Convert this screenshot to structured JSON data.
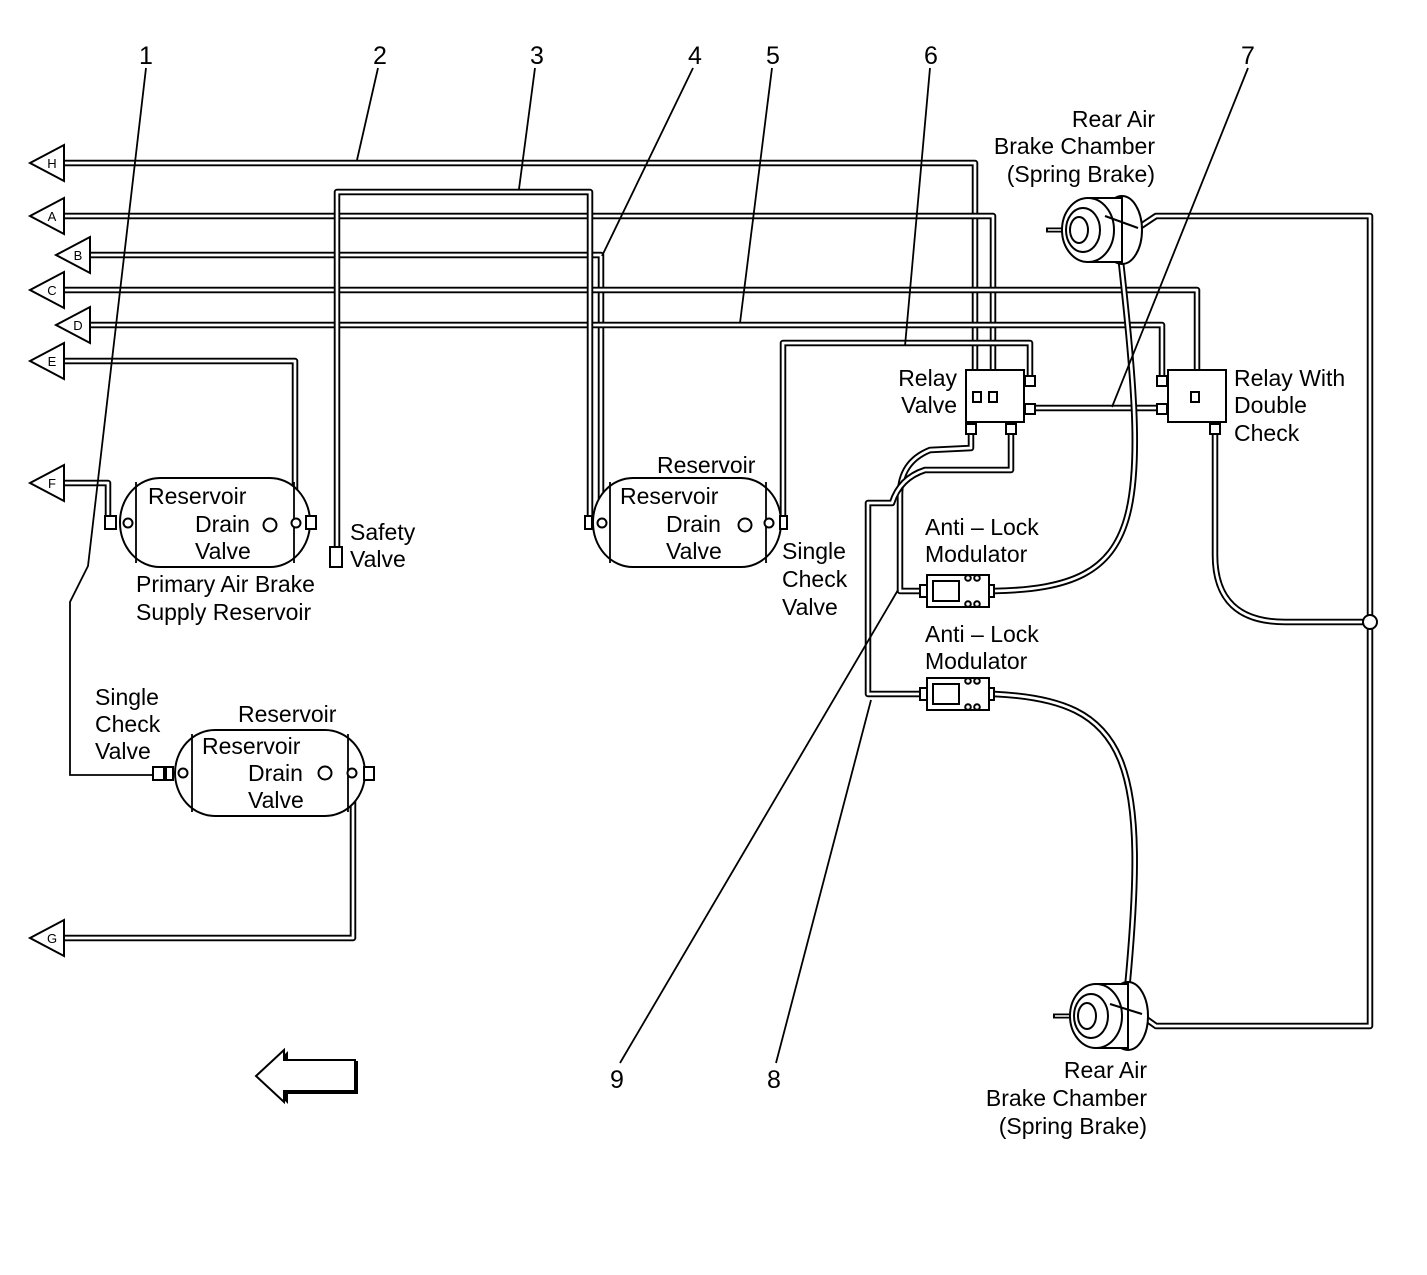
{
  "callouts": [
    "1",
    "2",
    "3",
    "4",
    "5",
    "6",
    "7",
    "8",
    "9"
  ],
  "connectors": [
    "H",
    "A",
    "B",
    "C",
    "D",
    "E",
    "F",
    "G"
  ],
  "labels": {
    "rear_chamber_top": [
      "Rear Air",
      "Brake Chamber",
      "(Spring Brake)"
    ],
    "rear_chamber_bottom": [
      "Rear Air",
      "Brake Chamber",
      "(Spring Brake)"
    ],
    "relay_valve": [
      "Relay",
      "Valve"
    ],
    "relay_double_check": [
      "Relay With",
      "Double",
      "Check"
    ],
    "reservoir_center_title": "Reservoir",
    "reservoir_center_inner": [
      "Reservoir",
      "Drain",
      "Valve"
    ],
    "single_check_center": [
      "Single",
      "Check",
      "Valve"
    ],
    "primary_inner": [
      "Reservoir",
      "Drain",
      "Valve"
    ],
    "safety_valve": [
      "Safety",
      "Valve"
    ],
    "primary_caption": [
      "Primary Air Brake",
      "Supply Reservoir"
    ],
    "abs_modulator_upper": [
      "Anti – Lock",
      "Modulator"
    ],
    "abs_modulator_lower": [
      "Anti – Lock",
      "Modulator"
    ],
    "single_check_left": [
      "Single",
      "Check",
      "Valve"
    ],
    "reservoir_left_title": "Reservoir",
    "reservoir_left_inner": [
      "Reservoir",
      "Drain",
      "Valve"
    ]
  },
  "icons": {
    "direction_arrow": "left-arrow-icon",
    "connector": "triangle-connector-icon"
  }
}
